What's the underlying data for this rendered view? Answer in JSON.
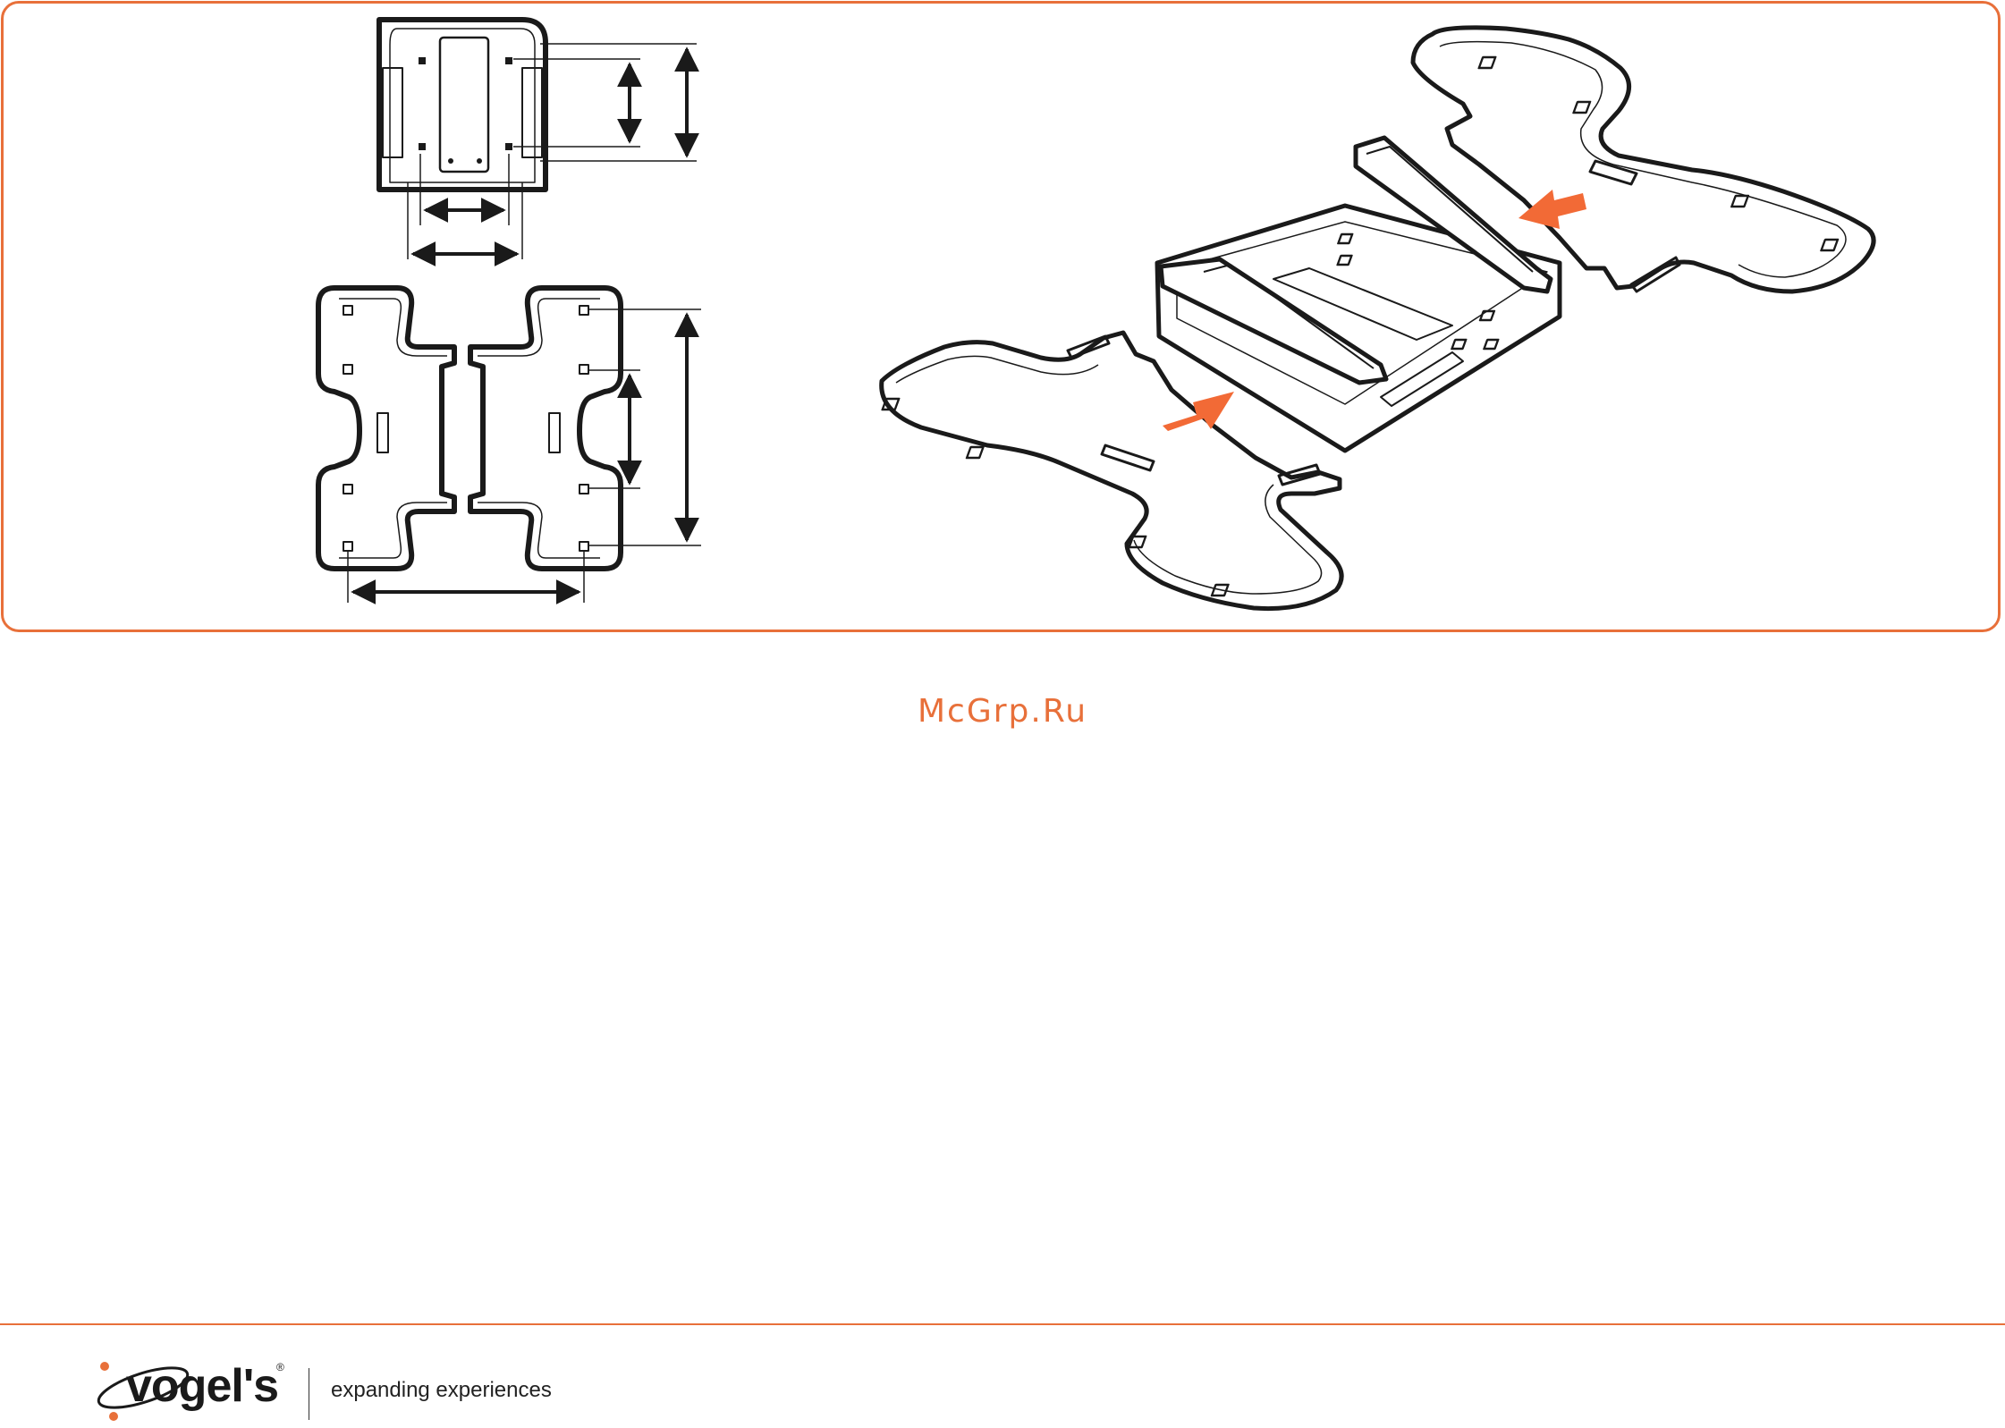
{
  "watermark": {
    "text": "McGrp.Ru"
  },
  "footer": {
    "brand_name": "vogel's",
    "registered_mark": "®",
    "tagline": "expanding experiences"
  },
  "colors": {
    "accent": "#e8703a",
    "line": "#1a1a1a",
    "arrow": "#f26a36"
  },
  "figures": {
    "small_plate": "front-view-small-bracket",
    "large_plate": "front-view-expanded-bracket",
    "assembly": "isometric-assembly-with-arrows"
  }
}
